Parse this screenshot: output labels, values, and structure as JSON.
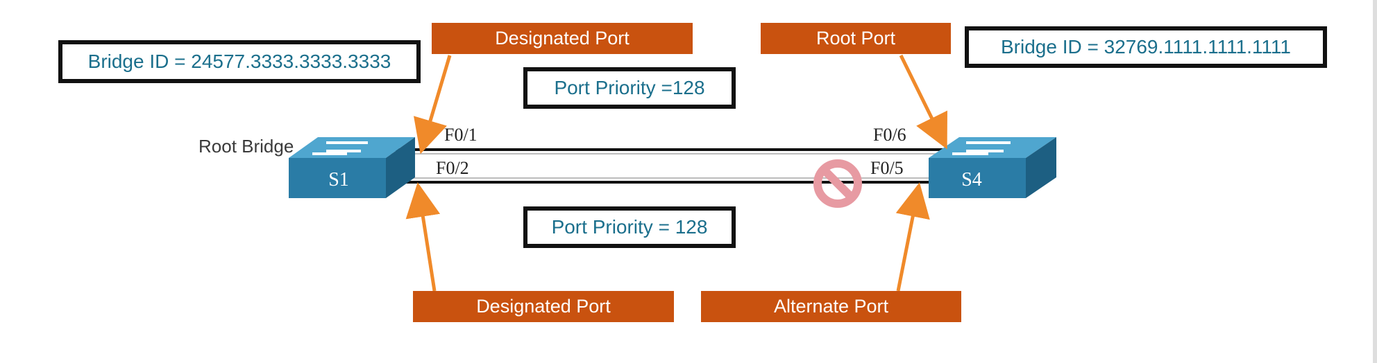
{
  "diagram": {
    "left_switch": {
      "name": "S1",
      "role_label": "Root Bridge",
      "bridge_id": "Bridge ID = 24577.3333.3333.3333",
      "ports": {
        "upper": "F0/1",
        "lower": "F0/2"
      }
    },
    "right_switch": {
      "name": "S4",
      "bridge_id": "Bridge ID = 32769.1111.1111.1111",
      "ports": {
        "upper": "F0/6",
        "lower": "F0/5"
      }
    },
    "port_roles": {
      "s1_upper": "Designated Port",
      "s1_lower": "Designated Port",
      "s4_upper": "Root Port",
      "s4_lower": "Alternate Port"
    },
    "link_priorities": {
      "upper": "Port Priority =128",
      "lower": "Port Priority = 128"
    },
    "blocked_port_icon": "blocked-icon",
    "colors": {
      "port_role_fill": "#c9520f",
      "arrow": "#f08a2a",
      "switch_front": "#2a7ca6",
      "switch_top": "#4fa6cf",
      "switch_side": "#1d5f82",
      "blocked": "#e79aa2",
      "box_text": "#1b6f8c"
    }
  }
}
